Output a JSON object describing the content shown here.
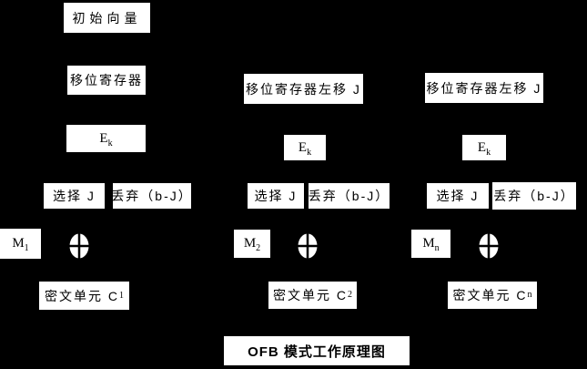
{
  "diagram": {
    "colors": {
      "background": "#000000",
      "box_fill": "#ffffff",
      "text": "#000000"
    },
    "title": "OFB 模式工作原理图",
    "labels": {
      "initial_vector": "初始向量",
      "shift_register": "移位寄存器",
      "shift_register_left": "移位寄存器左移 J",
      "select": "选择 J",
      "discard": "丢弃（b-J）",
      "encrypt_base": "E",
      "encrypt_sub": "k"
    },
    "rounds": [
      {
        "message_base": "M",
        "message_sub": "1",
        "cipher_base": "密文单元 C",
        "cipher_sub": "1"
      },
      {
        "message_base": "M",
        "message_sub": "2",
        "cipher_base": "密文单元 C",
        "cipher_sub": "2"
      },
      {
        "message_base": "M",
        "message_sub": "n",
        "cipher_base": "密文单元 C",
        "cipher_sub": "n"
      }
    ],
    "icons": {
      "xor": "xor-circle-plus"
    }
  }
}
